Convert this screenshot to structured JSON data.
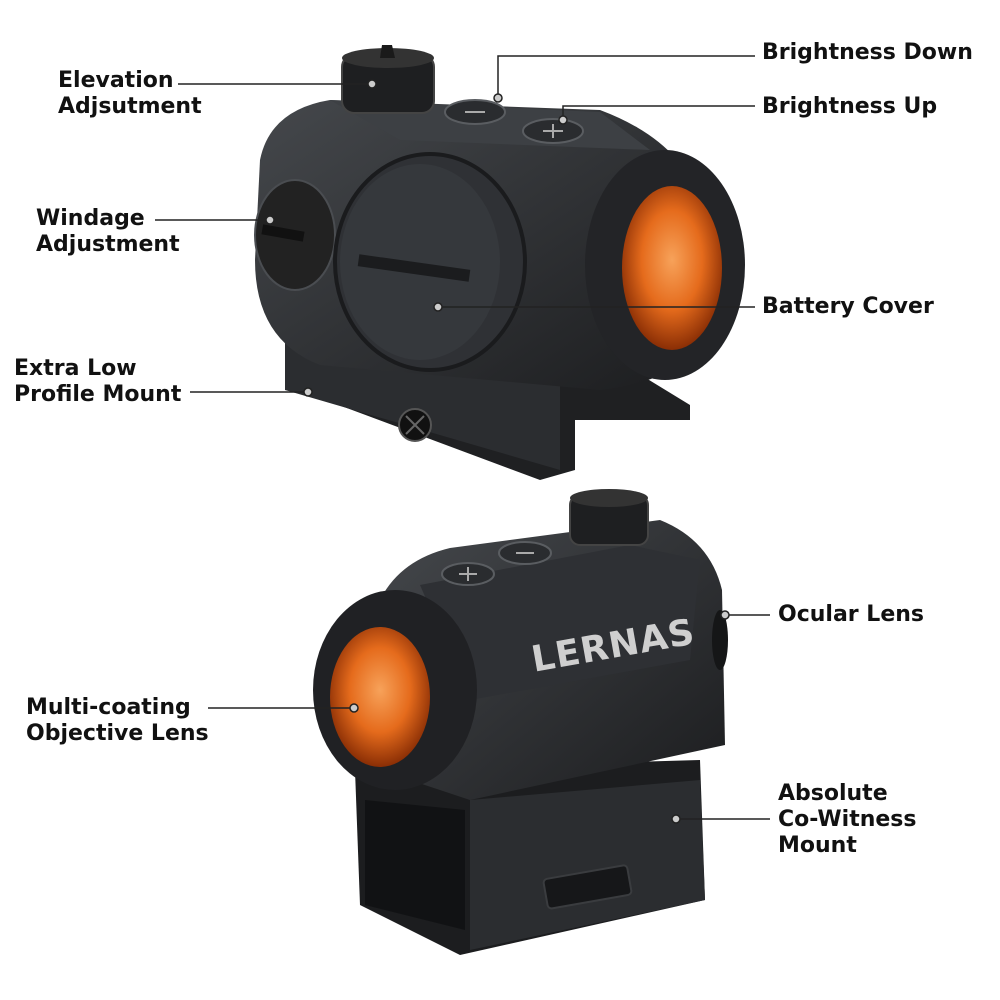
{
  "labels": {
    "elevation": [
      "Elevation",
      "Adjsutment"
    ],
    "windage": [
      "Windage",
      "Adjustment"
    ],
    "extra_low": [
      "Extra Low",
      "Profile Mount"
    ],
    "brightness_down": "Brightness Down",
    "brightness_up": "Brightness Up",
    "battery_cover": "Battery Cover",
    "ocular_lens": "Ocular Lens",
    "objective_lens": [
      "Multi-coating",
      "Objective Lens"
    ],
    "absolute_mount": [
      "Absolute",
      "Co-Witness",
      "Mount"
    ]
  },
  "brand": "LERNAS",
  "colors": {
    "body": "#26282b",
    "body_light": "#3a3d41",
    "lens": "#e06a1a",
    "lens_core": "#f08a32",
    "text": "#111111",
    "leader": "#222222"
  },
  "icons": [
    "minus-icon",
    "plus-icon",
    "screw-icon"
  ]
}
